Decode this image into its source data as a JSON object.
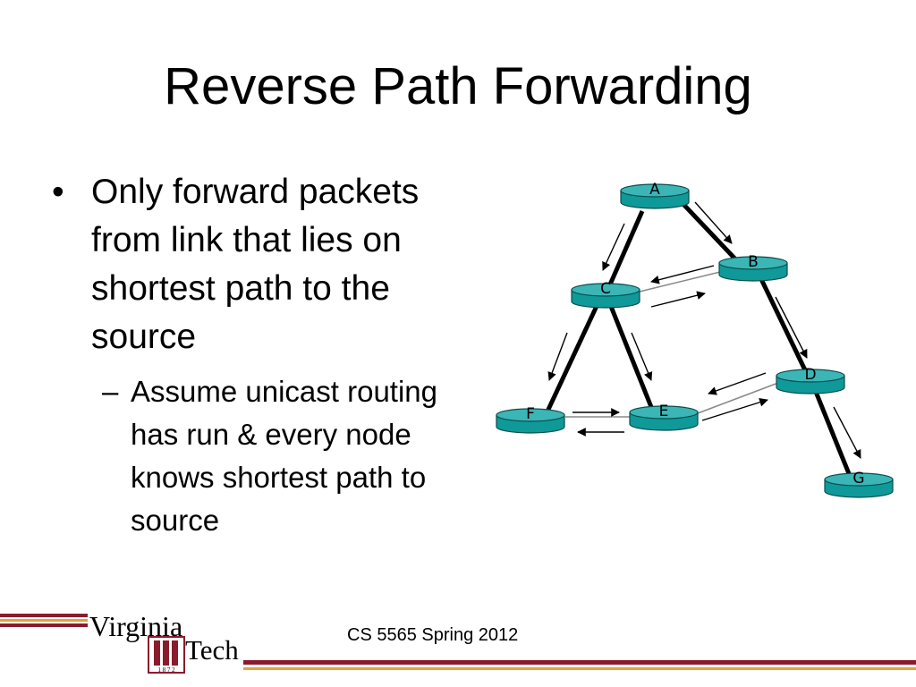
{
  "slide": {
    "title": "Reverse Path Forwarding",
    "bullet_main": "Only forward packets from link that lies on shortest path to the source",
    "bullet_sub": "Assume unicast routing has run & every node knows shortest path to source",
    "bullet_marker": "•",
    "sub_marker": "–",
    "footer": "CS 5565 Spring 2012",
    "logo_line1": "Virginia",
    "logo_line2": "Tech",
    "logo_year": "1 8 7 2"
  },
  "diagram": {
    "nodes": [
      {
        "id": "A",
        "label": "A"
      },
      {
        "id": "B",
        "label": "B"
      },
      {
        "id": "C",
        "label": "C"
      },
      {
        "id": "D",
        "label": "D"
      },
      {
        "id": "E",
        "label": "E"
      },
      {
        "id": "F",
        "label": "F"
      },
      {
        "id": "G",
        "label": "G"
      }
    ],
    "shortest_path_links": [
      [
        "A",
        "C"
      ],
      [
        "A",
        "B"
      ],
      [
        "B",
        "D"
      ],
      [
        "C",
        "F"
      ],
      [
        "C",
        "E"
      ],
      [
        "D",
        "G"
      ]
    ],
    "other_links": [
      [
        "B",
        "C"
      ],
      [
        "D",
        "E"
      ],
      [
        "F",
        "E"
      ]
    ],
    "colors": {
      "router_fill": "#0f9999",
      "router_top": "#3bb5b5",
      "router_stroke": "#0a4d4d",
      "footer_bar": "#8b1b2c",
      "footer_accent": "#e5a13c"
    }
  }
}
